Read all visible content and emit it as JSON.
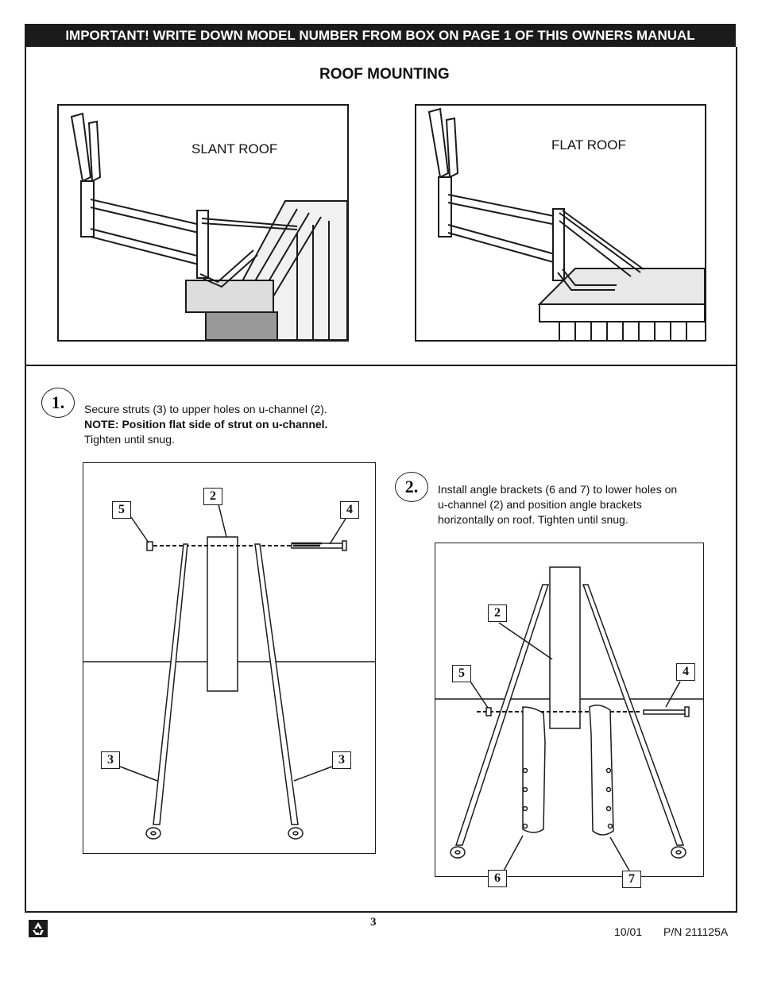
{
  "banner": "IMPORTANT!   WRITE DOWN MODEL NUMBER FROM BOX ON PAGE 1 OF THIS OWNERS MANUAL",
  "section_title": "ROOF MOUNTING",
  "illustrations": {
    "slant": {
      "label": "SLANT ROOF"
    },
    "flat": {
      "label": "FLAT ROOF"
    }
  },
  "step1": {
    "number": "1.",
    "text": "Secure struts (3) to upper holes on u-channel (2).",
    "note": "NOTE: Position flat side of strut on u-channel.",
    "text2": "Tighten until snug.",
    "callouts": {
      "bolt_nut": "5",
      "channel": "2",
      "bolt": "4",
      "strut_left": "3",
      "strut_right": "3"
    }
  },
  "step2": {
    "number": "2.",
    "line1": "Install angle brackets (6 and 7) to lower holes on",
    "line2": "u-channel (2) and position angle brackets",
    "line3": "horizontally on roof.  Tighten until snug.",
    "callouts": {
      "channel": "2",
      "nut": "5",
      "bolt": "4",
      "bracket_left": "6",
      "bracket_right": "7"
    }
  },
  "footer": {
    "page_number": "3",
    "date": "10/01",
    "part_number": "P/N 211125A"
  },
  "icons": {
    "recycle": "recycle-icon"
  }
}
